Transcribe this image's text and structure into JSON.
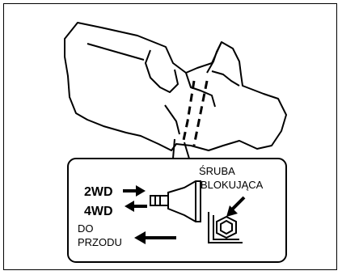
{
  "labels": {
    "mode_2wd": "2WD",
    "mode_4wd": "4WD",
    "direction_line1": "DO",
    "direction_line2": "PRZODU",
    "bolt_line1": "ŚRUBA",
    "bolt_line2": "BLOKUJĄCA"
  },
  "colors": {
    "ink": "#000000",
    "paper": "#ffffff"
  }
}
